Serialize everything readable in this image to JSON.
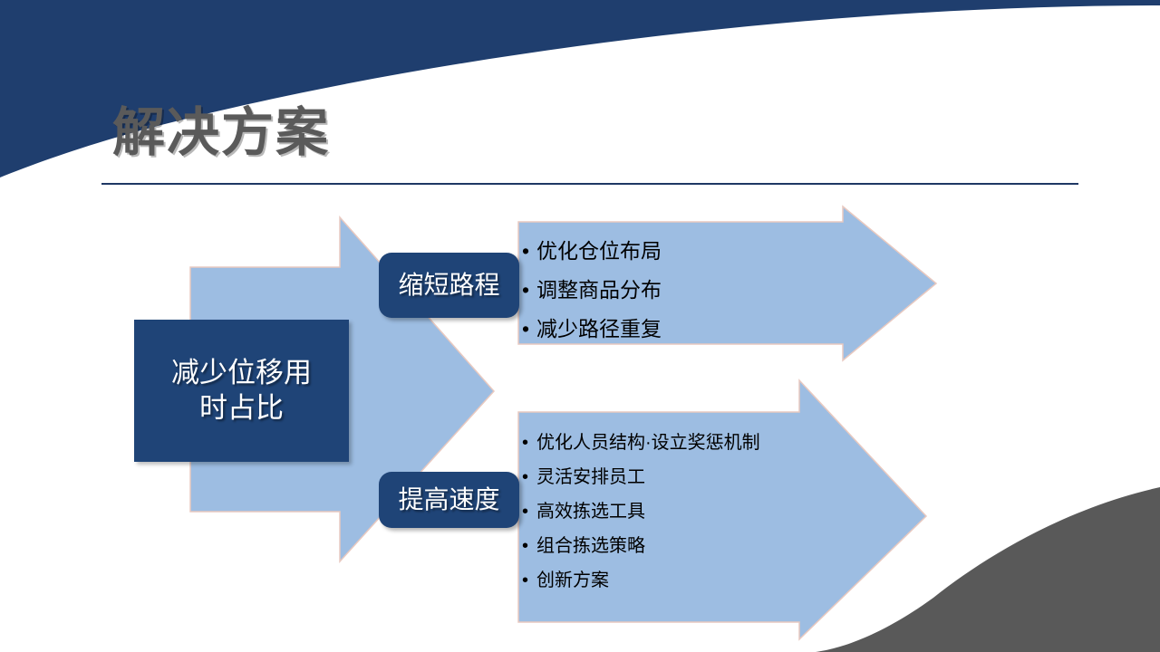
{
  "slide": {
    "title": "解决方案",
    "colors": {
      "navy": "#1f4477",
      "deco_navy": "#1f3e6e",
      "deco_gray": "#595959",
      "light_blue": "#9dbde2",
      "title_gray": "#5a5a5a",
      "rule": "#1f3864"
    }
  },
  "main_topic": {
    "label": "减少位移用\n时占比"
  },
  "branches": [
    {
      "label": "缩短路程",
      "bullets": [
        "优化仓位布局",
        "调整商品分布",
        "减少路径重复"
      ]
    },
    {
      "label": "提高速度",
      "bullets": [
        "优化人员结构·设立奖惩机制",
        "灵活安排员工",
        "高效拣选工具",
        "组合拣选策略",
        "创新方案"
      ]
    }
  ],
  "bullet_glyph": "•"
}
